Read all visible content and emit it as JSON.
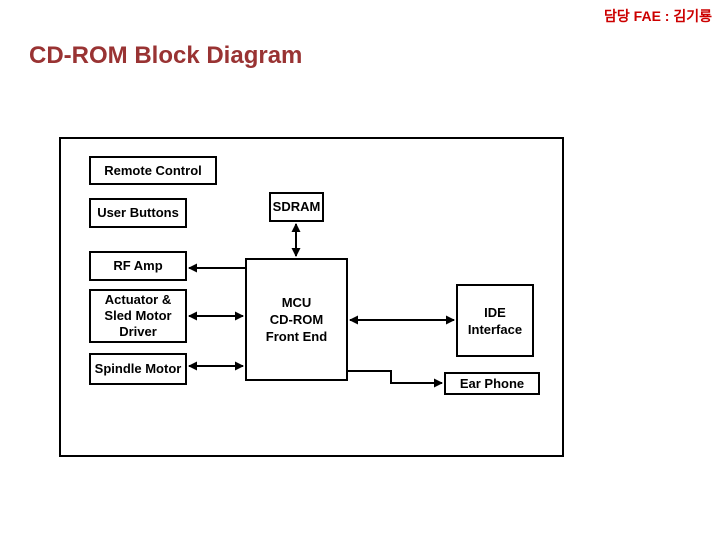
{
  "header": {
    "fae_label": "담당 FAE : 김기룡",
    "title": "CD-ROM Block Diagram"
  },
  "colors": {
    "fae_text": "#cc0000",
    "title_text": "#993333",
    "box_border": "#000000",
    "box_fill": "#ffffff",
    "connector": "#000000"
  },
  "diagram": {
    "blocks": {
      "remote_control": "Remote Control",
      "user_buttons": "User Buttons",
      "sdram": "SDRAM",
      "rf_amp": "RF Amp",
      "actuator_lines": [
        "Actuator &",
        "Sled Motor",
        "Driver"
      ],
      "spindle_motor": "Spindle Motor",
      "mcu_lines": [
        "MCU",
        "CD-ROM",
        "Front End"
      ],
      "ide_lines": [
        "IDE",
        "Interface"
      ],
      "ear_phone": "Ear Phone"
    },
    "connections": [
      {
        "from": "SDRAM",
        "to": "MCU CD-ROM Front End",
        "style": "bidirectional"
      },
      {
        "from": "MCU CD-ROM Front End",
        "to": "RF Amp",
        "style": "one-way"
      },
      {
        "from": "Actuator & Sled Motor Driver",
        "to": "MCU CD-ROM Front End",
        "style": "bidirectional"
      },
      {
        "from": "Spindle Motor",
        "to": "MCU CD-ROM Front End",
        "style": "bidirectional"
      },
      {
        "from": "MCU CD-ROM Front End",
        "to": "IDE Interface",
        "style": "bidirectional"
      },
      {
        "from": "MCU CD-ROM Front End",
        "to": "Ear Phone",
        "style": "one-way"
      }
    ]
  }
}
